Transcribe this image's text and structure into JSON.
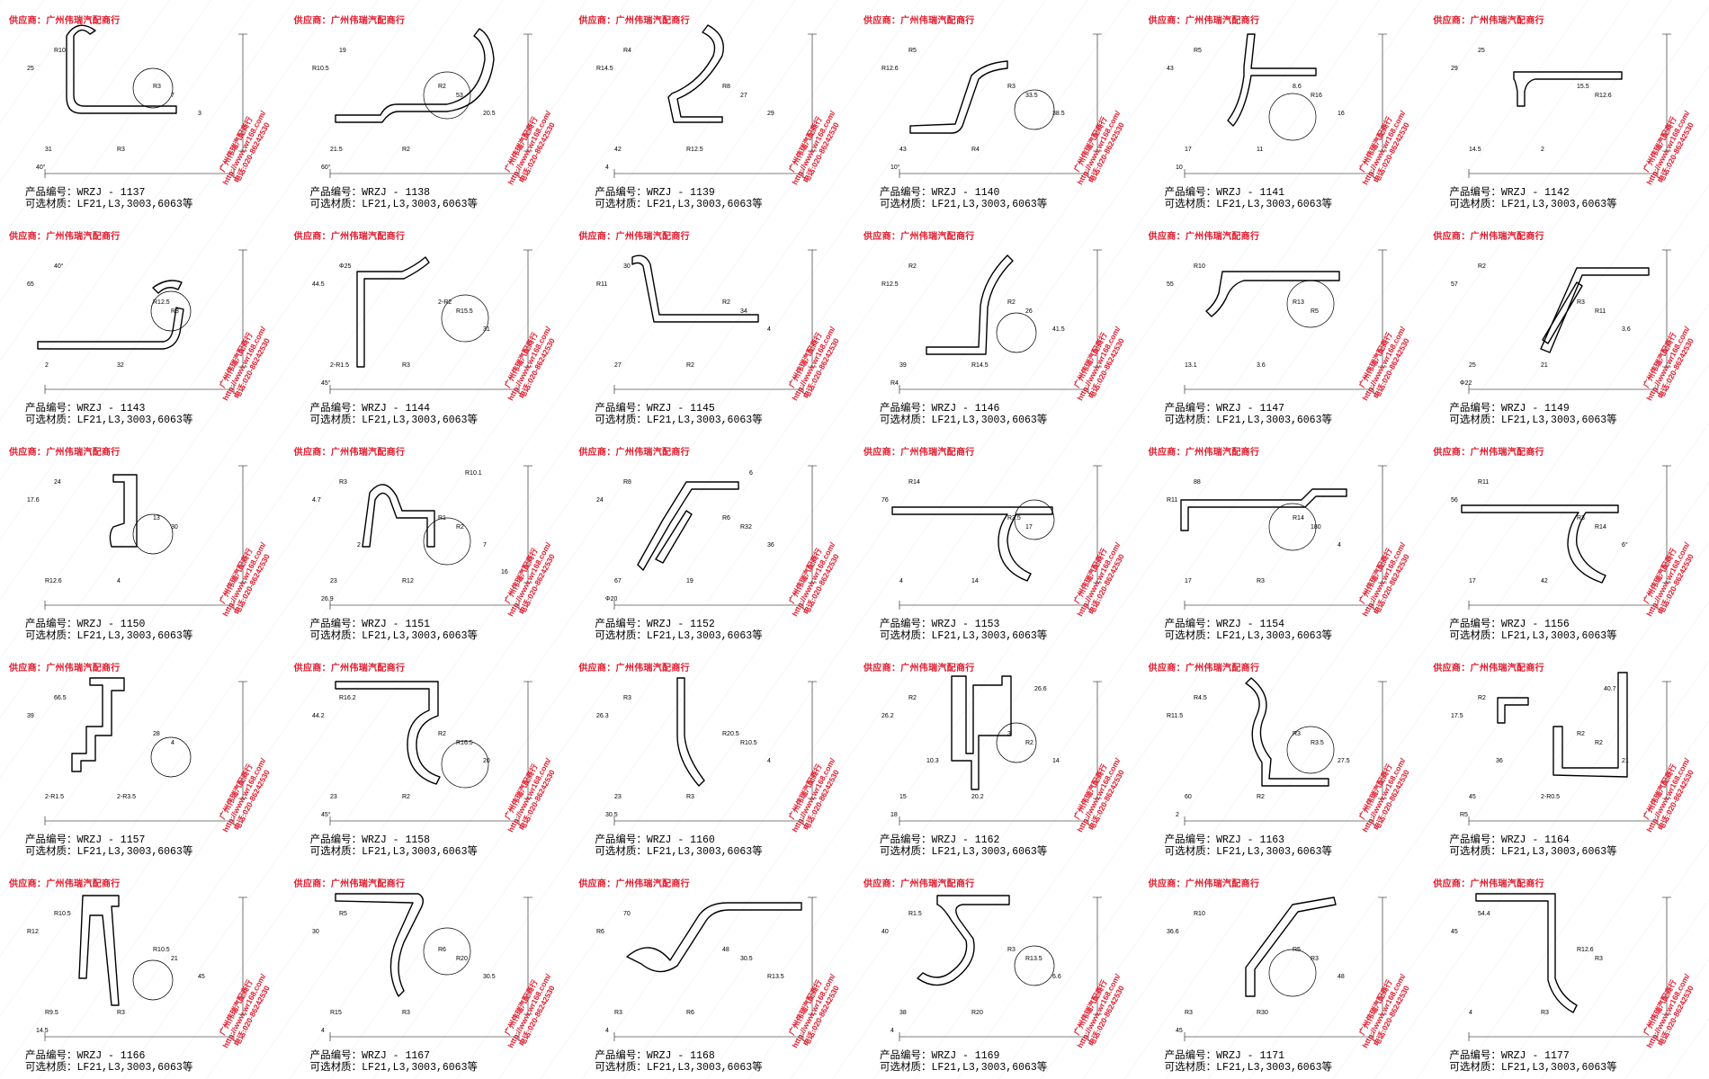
{
  "supplier_label": "供应商：广州伟瑞汽配商行",
  "stamp": {
    "line1": "广州伟瑞汽配商行",
    "line2": "http://www.wr168.com/",
    "line3": "电话:020-86242530"
  },
  "product_prefix": "产品编号：",
  "material_label": "可选材质：",
  "materials": "LF21,L3,3003,6063等",
  "products": [
    {
      "code": "WRZJ - 1137",
      "dims": [
        "25",
        "R3",
        "R3",
        "R10",
        "7",
        "31",
        "3",
        "40°"
      ]
    },
    {
      "code": "WRZJ - 1138",
      "dims": [
        "R10.5",
        "R2",
        "R2",
        "19",
        "53",
        "21.5",
        "20.5",
        "60°"
      ]
    },
    {
      "code": "WRZJ - 1139",
      "dims": [
        "R14.5",
        "R12.5",
        "R8",
        "R4",
        "27",
        "42",
        "29",
        "4"
      ]
    },
    {
      "code": "WRZJ - 1140",
      "dims": [
        "R12.6",
        "R4",
        "R3",
        "R5",
        "33.5",
        "43",
        "38.5",
        "10°"
      ]
    },
    {
      "code": "WRZJ - 1141",
      "dims": [
        "43",
        "11",
        "8.6",
        "R5",
        "R16",
        "17",
        "16",
        "10"
      ]
    },
    {
      "code": "WRZJ - 1142",
      "dims": [
        "29",
        "2",
        "15.5",
        "25",
        "R12.6",
        "14.5"
      ]
    },
    {
      "code": "WRZJ - 1143",
      "dims": [
        "65",
        "32",
        "R12.5",
        "40°",
        "R3",
        "2"
      ]
    },
    {
      "code": "WRZJ - 1144",
      "dims": [
        "44.5",
        "R3",
        "2-R2",
        "Φ25",
        "R15.5",
        "2-R1.5",
        "31",
        "45°"
      ]
    },
    {
      "code": "WRZJ - 1145",
      "dims": [
        "R11",
        "R2",
        "R2",
        "30",
        "34",
        "27",
        "4"
      ]
    },
    {
      "code": "WRZJ - 1146",
      "dims": [
        "R12.5",
        "R14.5",
        "R2",
        "R2",
        "26",
        "39",
        "41.5",
        "R4"
      ]
    },
    {
      "code": "WRZJ - 1147",
      "dims": [
        "55",
        "3.6",
        "R13",
        "R10",
        "R5",
        "13.1"
      ]
    },
    {
      "code": "WRZJ - 1149",
      "dims": [
        "57",
        "21",
        "R3",
        "R2",
        "R11",
        "25",
        "3.6",
        "Φ22"
      ]
    },
    {
      "code": "WRZJ - 1150",
      "dims": [
        "17.6",
        "4",
        "13",
        "24",
        "30",
        "R12.6"
      ]
    },
    {
      "code": "WRZJ - 1151",
      "dims": [
        "4.7",
        "R12",
        "R1",
        "R3",
        "R2",
        "23",
        "7",
        "26.9",
        "R10.1",
        "2",
        "16"
      ]
    },
    {
      "code": "WRZJ - 1152",
      "dims": [
        "24",
        "19",
        "R6",
        "R8",
        "R32",
        "67",
        "36",
        "Φ20",
        "6"
      ]
    },
    {
      "code": "WRZJ - 1153",
      "dims": [
        "76",
        "14",
        "R3.5",
        "R14",
        "17",
        "4"
      ]
    },
    {
      "code": "WRZJ - 1154",
      "dims": [
        "R11",
        "R3",
        "R14",
        "88",
        "180",
        "17",
        "4"
      ]
    },
    {
      "code": "WRZJ - 1156",
      "dims": [
        "56",
        "42",
        "R3",
        "R11",
        "R14",
        "17",
        "6°"
      ]
    },
    {
      "code": "WRZJ - 1157",
      "dims": [
        "39",
        "2-R3.5",
        "28",
        "66.5",
        "4",
        "2-R1.5"
      ]
    },
    {
      "code": "WRZJ - 1158",
      "dims": [
        "44.2",
        "R2",
        "R2",
        "R16.2",
        "R16.5",
        "23",
        "20",
        "45°"
      ]
    },
    {
      "code": "WRZJ - 1160",
      "dims": [
        "26.3",
        "R3",
        "R20.5",
        "R3",
        "R10.5",
        "23",
        "4",
        "30.5"
      ]
    },
    {
      "code": "WRZJ - 1162",
      "dims": [
        "26.2",
        "20.2",
        "3",
        "R2",
        "R2",
        "15",
        "14",
        "18",
        "26.6",
        "10.3"
      ]
    },
    {
      "code": "WRZJ - 1163",
      "dims": [
        "R11.5",
        "R2",
        "R3",
        "R4.5",
        "R3.5",
        "60",
        "27.5",
        "2"
      ]
    },
    {
      "code": "WRZJ - 1164",
      "dims": [
        "17.5",
        "2-R0.5",
        "R2",
        "R2",
        "R2",
        "45",
        "21",
        "R5",
        "40.7",
        "36"
      ]
    },
    {
      "code": "WRZJ - 1166",
      "dims": [
        "R12",
        "R3",
        "R10.5",
        "R10.5",
        "21",
        "R9.5",
        "45",
        "14.5"
      ]
    },
    {
      "code": "WRZJ - 1167",
      "dims": [
        "30",
        "R3",
        "R6",
        "R5",
        "R20",
        "R15",
        "30.5",
        "4"
      ]
    },
    {
      "code": "WRZJ - 1168",
      "dims": [
        "R6",
        "R6",
        "48",
        "70",
        "30.5",
        "R3",
        "R13.5",
        "4"
      ]
    },
    {
      "code": "WRZJ - 1169",
      "dims": [
        "40",
        "R20",
        "R3",
        "R1.5",
        "R13.5",
        "38",
        "6.6",
        "4"
      ]
    },
    {
      "code": "WRZJ - 1171",
      "dims": [
        "36.6",
        "R30",
        "R5",
        "R10",
        "R3",
        "R3",
        "48",
        "45"
      ]
    },
    {
      "code": "WRZJ - 1177",
      "dims": [
        "45",
        "R3",
        "R12.6",
        "54.4",
        "R3",
        "4"
      ]
    }
  ]
}
